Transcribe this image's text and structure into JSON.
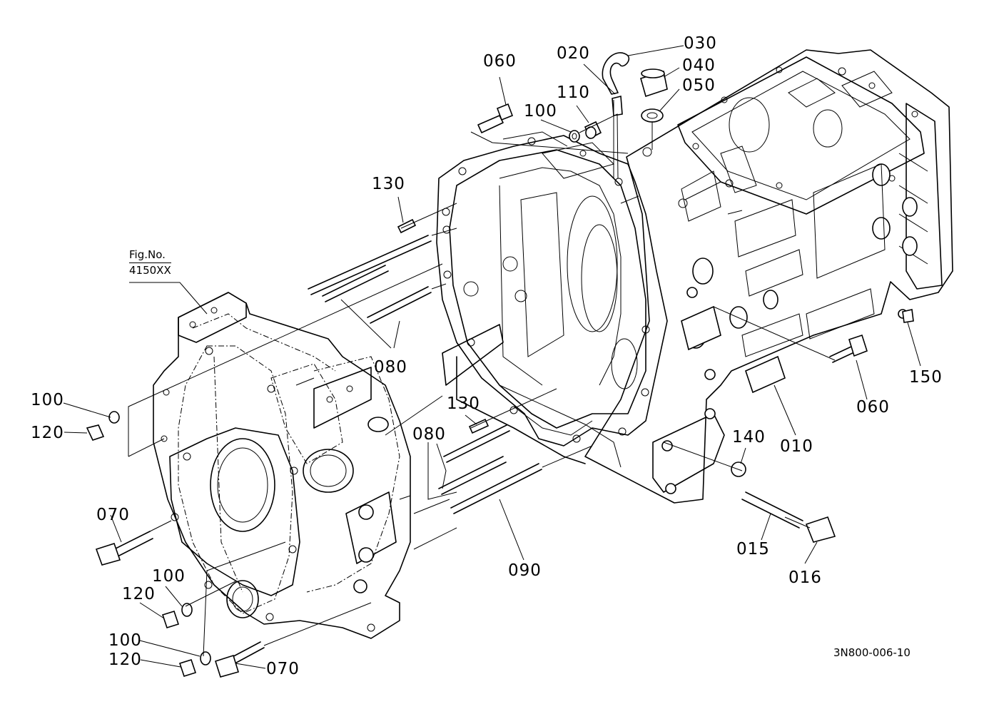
{
  "diagram": {
    "reference": {
      "line1": "Fig.No.",
      "line2": "4150XX"
    },
    "drawing_code": "3N800-006-10",
    "callouts": [
      {
        "id": "060a",
        "text": "060"
      },
      {
        "id": "020",
        "text": "020"
      },
      {
        "id": "030",
        "text": "030"
      },
      {
        "id": "040",
        "text": "040"
      },
      {
        "id": "050",
        "text": "050"
      },
      {
        "id": "110",
        "text": "110"
      },
      {
        "id": "100a",
        "text": "100"
      },
      {
        "id": "130a",
        "text": "130"
      },
      {
        "id": "080a",
        "text": "080"
      },
      {
        "id": "100b",
        "text": "100"
      },
      {
        "id": "120a",
        "text": "120"
      },
      {
        "id": "130b",
        "text": "130"
      },
      {
        "id": "080b",
        "text": "080"
      },
      {
        "id": "060b",
        "text": "060"
      },
      {
        "id": "150",
        "text": "150"
      },
      {
        "id": "010",
        "text": "010"
      },
      {
        "id": "140",
        "text": "140"
      },
      {
        "id": "070a",
        "text": "070"
      },
      {
        "id": "090",
        "text": "090"
      },
      {
        "id": "015",
        "text": "015"
      },
      {
        "id": "016",
        "text": "016"
      },
      {
        "id": "100c",
        "text": "100"
      },
      {
        "id": "120b",
        "text": "120"
      },
      {
        "id": "100d",
        "text": "100"
      },
      {
        "id": "120c",
        "text": "120"
      },
      {
        "id": "070b",
        "text": "070"
      }
    ]
  }
}
